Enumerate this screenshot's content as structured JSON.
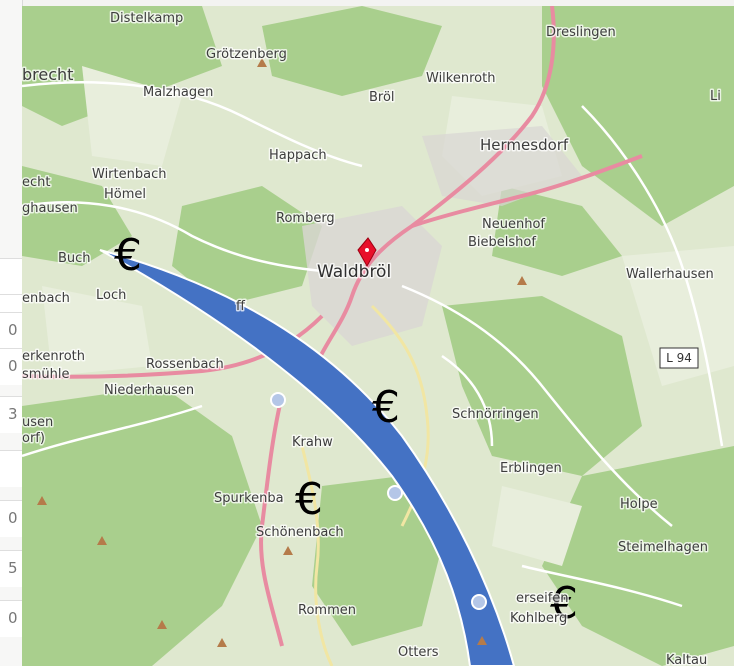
{
  "left_panel": {
    "row_values": [
      "0",
      "0",
      "3",
      "0",
      "5",
      "0"
    ]
  },
  "map": {
    "places": [
      {
        "name": "Distelkamp"
      },
      {
        "name": "Grötzenberg"
      },
      {
        "name": "brecht"
      },
      {
        "name": "Malzhagen"
      },
      {
        "name": "Wilkenroth"
      },
      {
        "name": "Bröl"
      },
      {
        "name": "Dreslingen"
      },
      {
        "name": "Li"
      },
      {
        "name": "Hermesdorf"
      },
      {
        "name": "Happach"
      },
      {
        "name": "Wirtenbach"
      },
      {
        "name": "echt"
      },
      {
        "name": "Hömel"
      },
      {
        "name": "ghausen"
      },
      {
        "name": "Romberg"
      },
      {
        "name": "Neuenhof"
      },
      {
        "name": "Biebelshof"
      },
      {
        "name": "Buch"
      },
      {
        "name": "Waldbröl"
      },
      {
        "name": "Wallerhausen"
      },
      {
        "name": "enbach"
      },
      {
        "name": "Loch"
      },
      {
        "name": "ff"
      },
      {
        "name": "erkenroth"
      },
      {
        "name": "Rossenbach"
      },
      {
        "name": "smühle"
      },
      {
        "name": "Niederhausen"
      },
      {
        "name": "Schnörringen"
      },
      {
        "name": "usen"
      },
      {
        "name": "orf)"
      },
      {
        "name": "Krahw"
      },
      {
        "name": "Erblingen"
      },
      {
        "name": "Spurkenba"
      },
      {
        "name": "Holpe"
      },
      {
        "name": "Schönenbach"
      },
      {
        "name": "Steimelhagen"
      },
      {
        "name": "Rommen"
      },
      {
        "name": "erseifen"
      },
      {
        "name": "Kohlberg"
      },
      {
        "name": "Otters"
      },
      {
        "name": "Kaltau"
      }
    ],
    "road_shield": "L 94",
    "euro_symbol": "€",
    "colors": {
      "route": "#4472c4",
      "marker": "#e8102a",
      "main_road": "#e88ba1",
      "forest": "#a6cc8a",
      "open_land": "#e9eedf"
    },
    "icons": [
      "location-pin-icon"
    ]
  }
}
